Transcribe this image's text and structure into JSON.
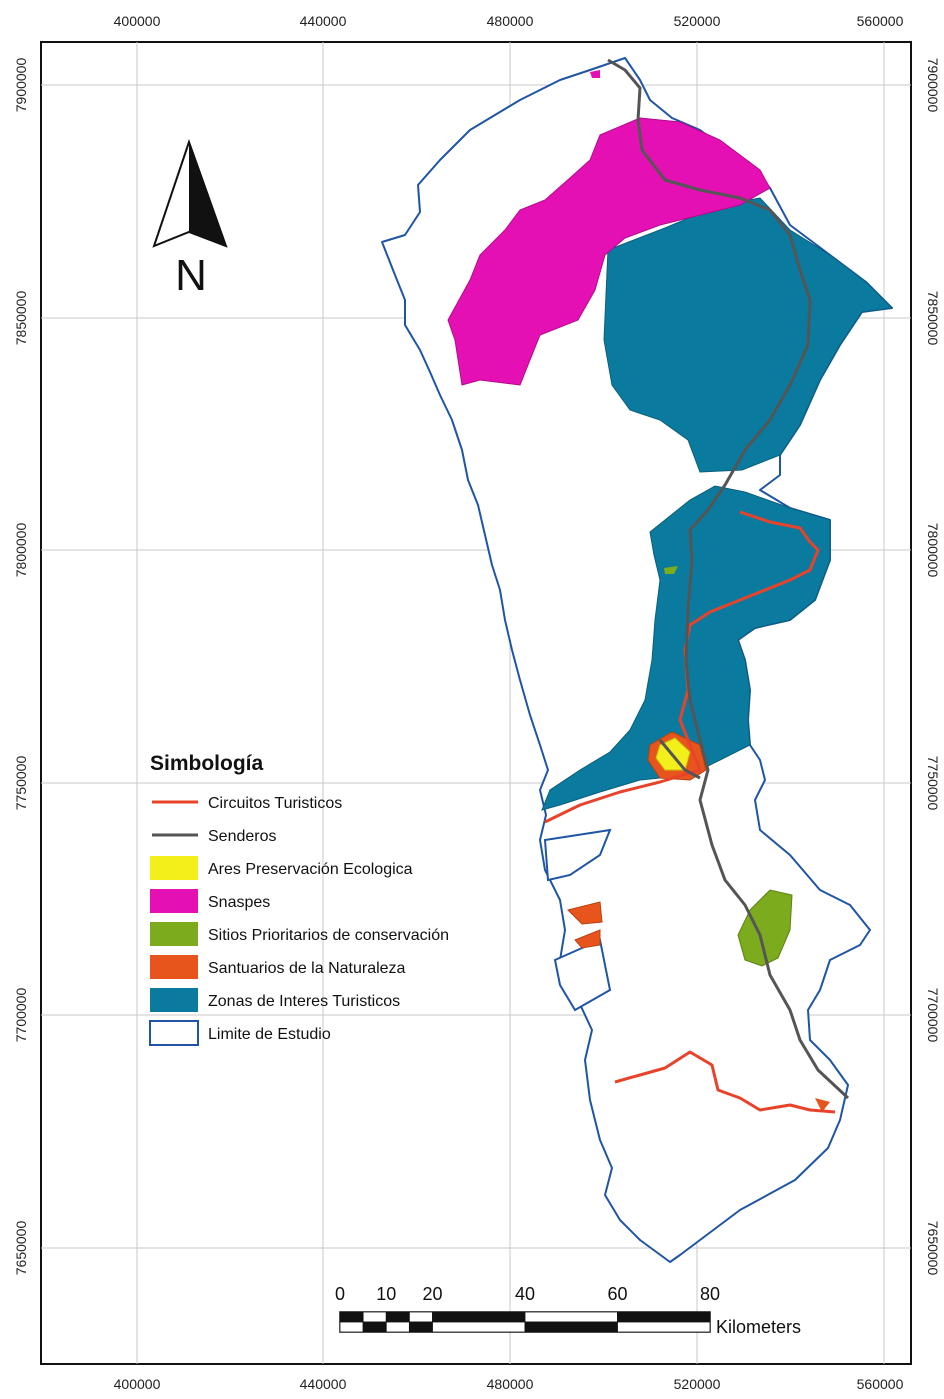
{
  "map": {
    "x_ticks": [
      "400000",
      "440000",
      "480000",
      "520000",
      "560000"
    ],
    "y_ticks": [
      "7900000",
      "7850000",
      "7800000",
      "7750000",
      "7700000",
      "7650000"
    ],
    "north_arrow": {
      "letter": "N",
      "icon": "north-arrow-icon"
    },
    "legend": {
      "title": "Simbología",
      "items": [
        {
          "label": "Circuitos Turisticos",
          "symbol": "line",
          "color": "#e8432a"
        },
        {
          "label": "Senderos",
          "symbol": "line",
          "color": "#555555"
        },
        {
          "label": "Ares Preservación Ecologica",
          "symbol": "fill",
          "color": "#f2ef1a"
        },
        {
          "label": "Snaspes",
          "symbol": "fill",
          "color": "#e410b4"
        },
        {
          "label": "Sitios Prioritarios de conservación",
          "symbol": "fill",
          "color": "#7cab1e"
        },
        {
          "label": "Santuarios de la Naturaleza",
          "symbol": "fill",
          "color": "#e8551c"
        },
        {
          "label": "Zonas de Interes Turisticos",
          "symbol": "fill",
          "color": "#0a7a9e"
        },
        {
          "label": "Limite de Estudio",
          "symbol": "outline",
          "color": "#1f55a4"
        }
      ]
    },
    "scale_bar": {
      "labels": [
        "0",
        "10",
        "20",
        "40",
        "60",
        "80"
      ],
      "unit": "Kilometers"
    },
    "colors": {
      "boundary": "#1f55a4",
      "tourist_zone": "#0a7a9e",
      "snaspe": "#e410b4",
      "circuit": "#e8432a",
      "trail": "#555555",
      "priority_site": "#7cab1e",
      "sanctuary": "#e8551c",
      "preservation": "#f2ef1a",
      "grid": "#c8c8c8"
    }
  }
}
